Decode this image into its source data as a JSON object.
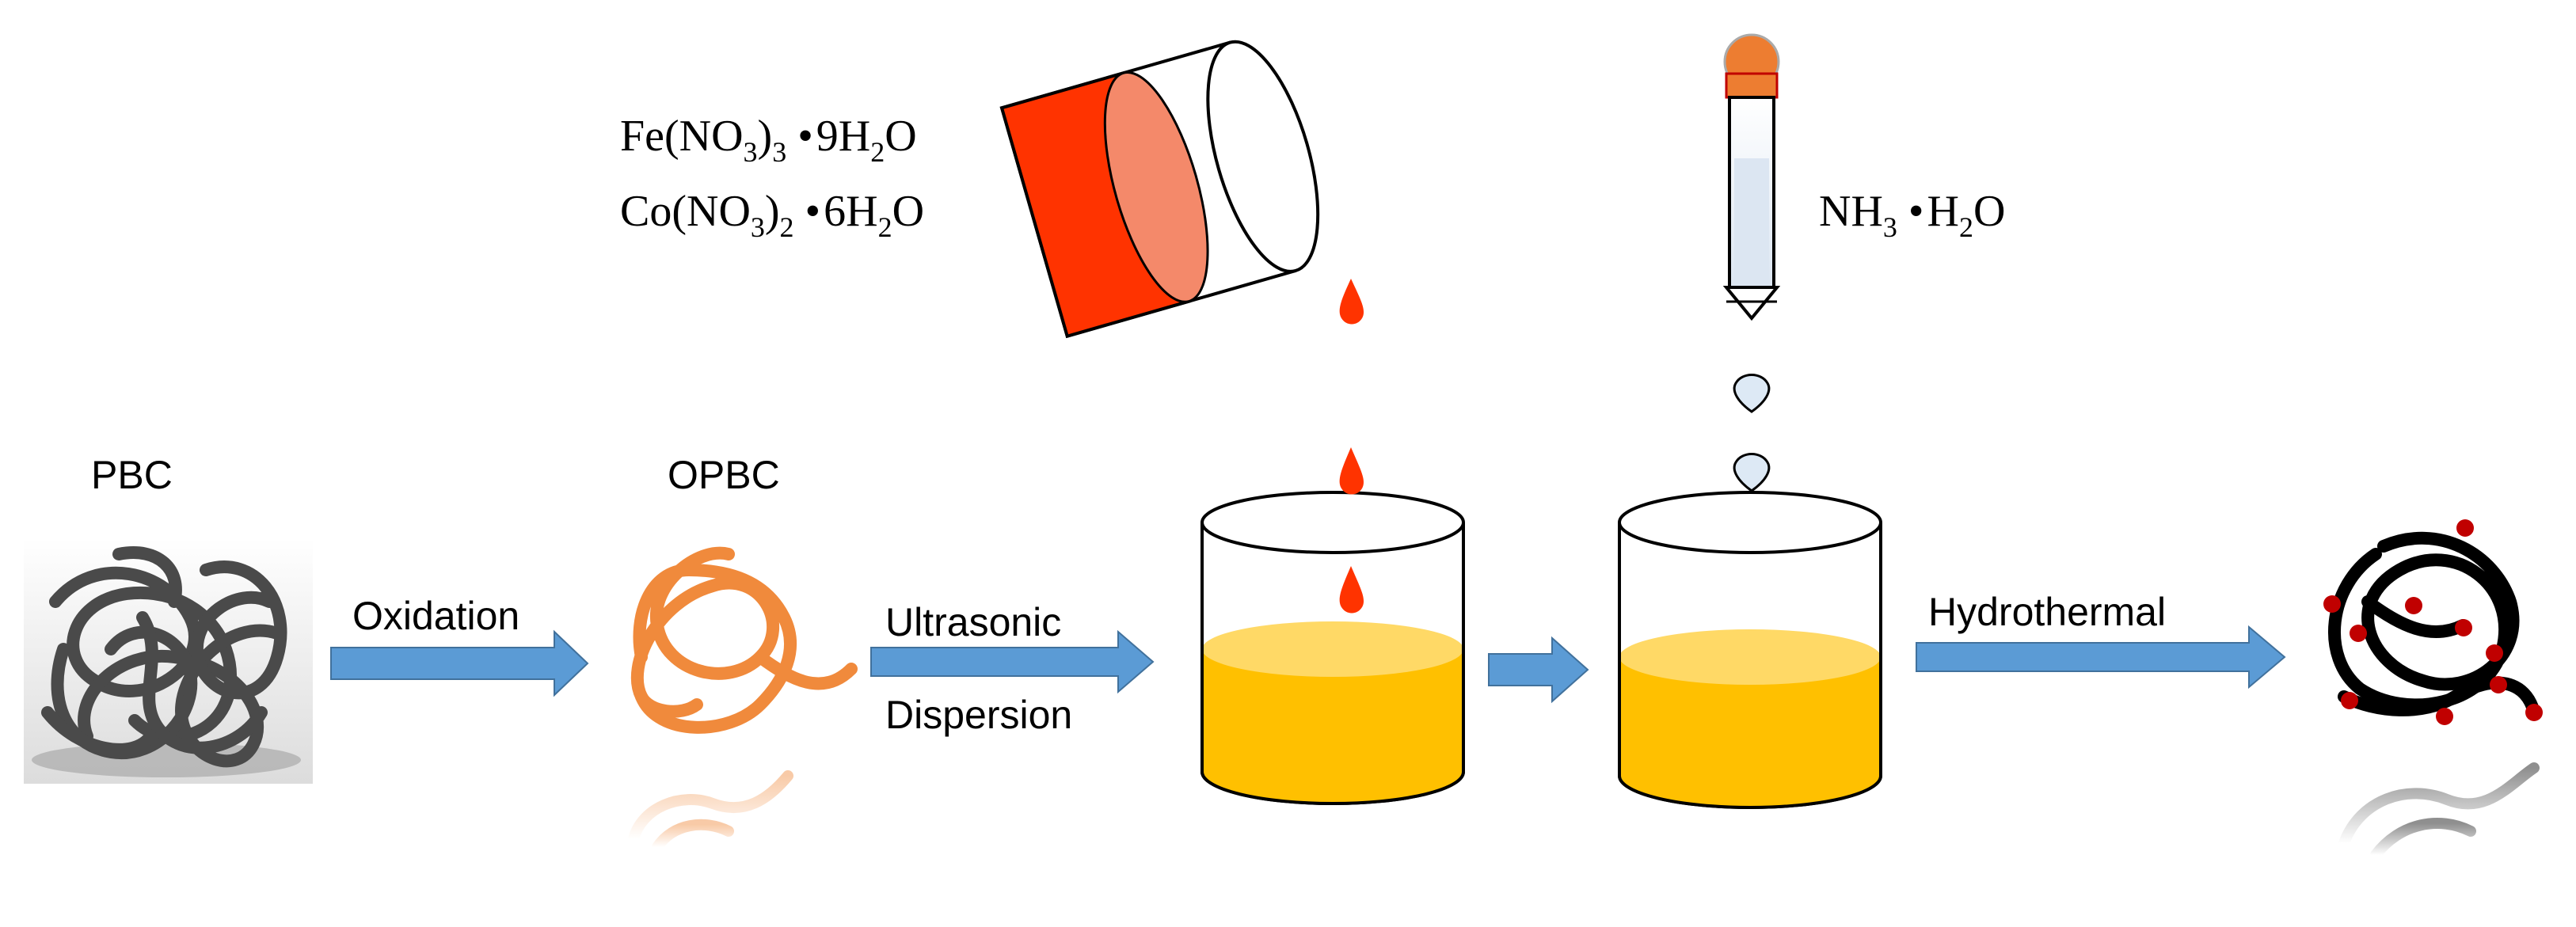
{
  "labels": {
    "pbc": "PBC",
    "opbc": "OPBC",
    "oxidation": "Oxidation",
    "ultrasonic": "Ultrasonic",
    "dispersion": "Dispersion",
    "hydrothermal": "Hydrothermal"
  },
  "chemicals": {
    "fe": {
      "base": "Fe(NO",
      "sub1": "3",
      "close": ")",
      "sub2": "3",
      "hydrate": "9H",
      "hsub": "2",
      "tail": "O"
    },
    "co": {
      "base": "Co(NO",
      "sub1": "3",
      "close": ")",
      "sub2": "2",
      "hydrate": "6H",
      "hsub": "2",
      "tail": "O"
    },
    "nh3": {
      "base": "NH",
      "sub1": "3",
      "hydrate": "H",
      "hsub": "2",
      "tail": "O"
    }
  },
  "colors": {
    "arrow": "#5b9bd5",
    "arrow_edge": "#41719c",
    "solution": "#ffc000",
    "solution_top": "#ffd966",
    "drop_red": "#ff3300",
    "cap_orange": "#ed7d31",
    "opbc_orange": "#f08a3c",
    "nanoparticle": "#c00000",
    "drop_light": "#dde9f5"
  }
}
